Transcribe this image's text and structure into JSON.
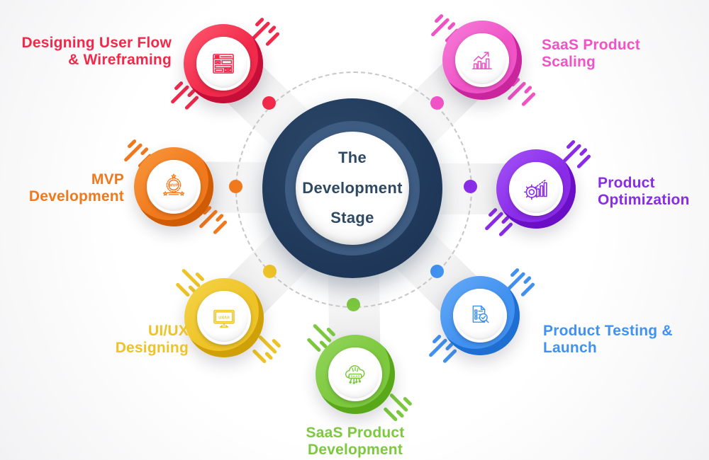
{
  "title": "The Development Stage",
  "center": {
    "lines": "The\nDevelopment\nStage",
    "ring_color": "#20395b",
    "mid_ring_color": "#3e5c82",
    "text_color": "#2e4a63"
  },
  "nodes": [
    {
      "id": "designing-user-flow-wireframing",
      "label": "Designing User Flow\n& Wireframing",
      "icon": "wireframe-icon",
      "color": "#f1294b",
      "dark": "#c50f38",
      "light": "#ff5a70"
    },
    {
      "id": "saas-product-scaling",
      "label": "SaaS Product\nScaling",
      "icon": "scaling-chart-icon",
      "color": "#ef53c6",
      "dark": "#c9269e",
      "light": "#f77fd9"
    },
    {
      "id": "mvp-development",
      "label": "MVP\nDevelopment",
      "icon": "mvp-badge-icon",
      "color": "#f1791d",
      "dark": "#cf5c05",
      "light": "#f9993f"
    },
    {
      "id": "product-optimization",
      "label": "Product\nOptimization",
      "icon": "gear-chart-icon",
      "color": "#8a2be8",
      "dark": "#6a0fc5",
      "light": "#a355f7"
    },
    {
      "id": "ui-ux-designing",
      "label": "UI/UX\nDesigning",
      "icon": "ux-ui-monitor-icon",
      "color": "#edc327",
      "dark": "#cfa008",
      "light": "#f6d449"
    },
    {
      "id": "product-testing-launch",
      "label": "Product Testing &\nLaunch",
      "icon": "testing-checklist-icon",
      "color": "#4191f0",
      "dark": "#1f6fd2",
      "light": "#66abf7"
    },
    {
      "id": "saas-product-development",
      "label": "SaaS Product\nDevelopment",
      "icon": "saas-cloud-icon",
      "color": "#7cc83e",
      "dark": "#58a81a",
      "light": "#94d65c"
    }
  ],
  "icon_texts": {
    "mvp": "MVP",
    "monitor": "UX/UI",
    "cloud": "SAAS"
  },
  "decor": {
    "orbit_style": "dashed",
    "orbit_color": "#c7c7c9"
  }
}
